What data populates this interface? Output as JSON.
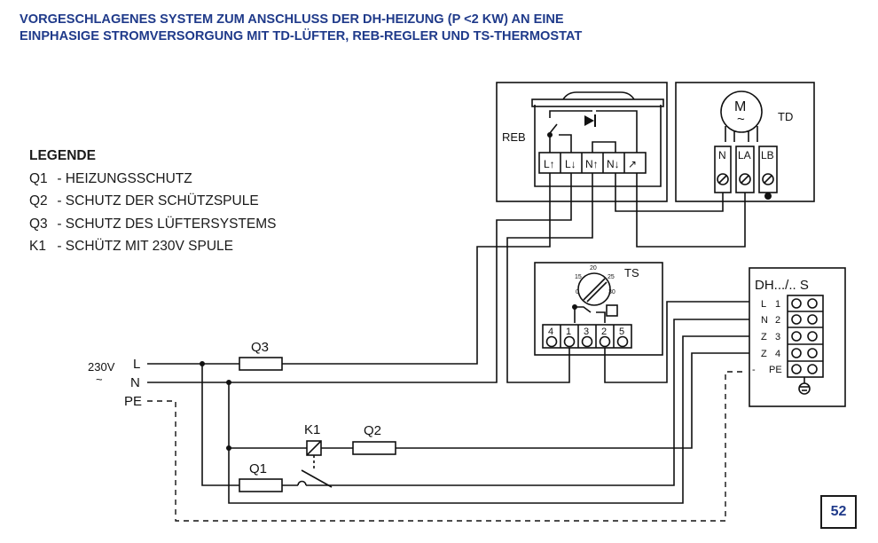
{
  "title": {
    "line1": "VORGESCHLAGENES SYSTEM ZUM ANSCHLUSS DER DH-HEIZUNG (P <2 KW) AN EINE",
    "line2": "EINPHASIGE STROMVERSORGUNG MIT TD-LÜFTER, REB-REGLER UND TS-THERMOSTAT"
  },
  "legend": {
    "title": "LEGENDE",
    "items": [
      {
        "code": "Q1",
        "text": "- HEIZUNGSSCHUTZ"
      },
      {
        "code": "Q2",
        "text": "- SCHUTZ DER SCHÜTZSPULE"
      },
      {
        "code": "Q3",
        "text": "- SCHUTZ DES LÜFTERSYSTEMS"
      },
      {
        "code": "K1",
        "text": "- SCHÜTZ MIT 230V SPULE"
      }
    ]
  },
  "reb": {
    "label": "REB",
    "terminals": [
      "L↑",
      "L↓",
      "N↑",
      "N↓",
      "↗"
    ]
  },
  "td": {
    "label": "TD",
    "motor": "M",
    "motor_symbol": "~",
    "terminals": [
      "N",
      "LA",
      "LB"
    ]
  },
  "ts": {
    "label": "TS",
    "dial": [
      "20",
      "15",
      "25",
      "0",
      "30"
    ],
    "terminals": [
      "4",
      "1",
      "3",
      "2",
      "5"
    ]
  },
  "dh": {
    "label": "DH.../.. S",
    "rows": [
      {
        "name": "L",
        "num": "1"
      },
      {
        "name": "N",
        "num": "2"
      },
      {
        "name": "Z",
        "num": "3"
      },
      {
        "name": "Z",
        "num": "4"
      },
      {
        "name": "-",
        "num": "PE"
      }
    ]
  },
  "supply": {
    "voltage": "230V",
    "ac": "~",
    "L": "L",
    "N": "N",
    "PE": "PE"
  },
  "components": {
    "q1": "Q1",
    "q2": "Q2",
    "q3": "Q3",
    "k1": "K1"
  },
  "page_number": "52"
}
